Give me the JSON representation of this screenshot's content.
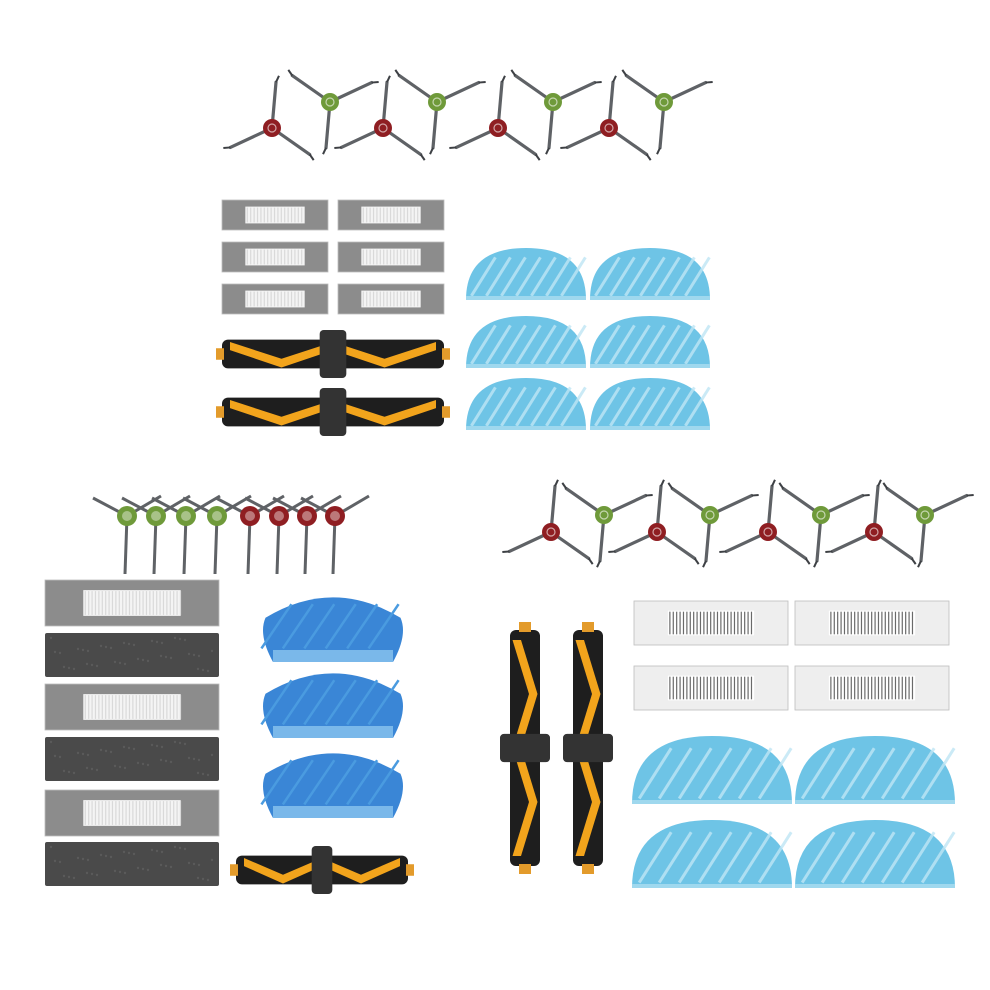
{
  "colors": {
    "background": "#ffffff",
    "arm": "#5f6266",
    "arm_dark": "#3d4044",
    "hub_red": "#8f1e22",
    "hub_green": "#6f9a3a",
    "hepa_frame": "#8c8c8c",
    "hepa_frame_light": "#eeeeee",
    "hepa_pleat": "#d9d9d9",
    "hepa_pleat_dark": "#6a6a6a",
    "foam": "#4a4a4a",
    "mop_light": "#6ec4e6",
    "mop_stripe": "#bfe6f5",
    "mop_blue": "#3a86d6",
    "mop_blue_dark": "#4a9be0",
    "roller_black": "#1e1e1e",
    "roller_yellow": "#f2a41c",
    "roller_cap": "#e39b2b"
  },
  "groups": [
    {
      "id": "kit-a",
      "side_brushes": [
        "red",
        "green",
        "red",
        "green",
        "red",
        "green",
        "red",
        "green"
      ],
      "hepa_filters": 6,
      "mop_pads": 6,
      "main_brushes": 2
    },
    {
      "id": "kit-b",
      "side_brushes": [
        "green",
        "green",
        "green",
        "green",
        "red",
        "red",
        "red",
        "red"
      ],
      "hepa_filters": 3,
      "foam_filters": 3,
      "mop_pads": 3,
      "main_brushes": 1
    },
    {
      "id": "kit-c",
      "side_brushes": [
        "red",
        "green",
        "red",
        "green",
        "red",
        "green",
        "red",
        "green"
      ],
      "hepa_filters": 4,
      "mop_pads": 4,
      "main_brushes": 2
    }
  ],
  "icons": [
    "side-brush-icon",
    "hepa-filter-icon",
    "foam-filter-icon",
    "mop-pad-icon",
    "roller-brush-icon"
  ]
}
